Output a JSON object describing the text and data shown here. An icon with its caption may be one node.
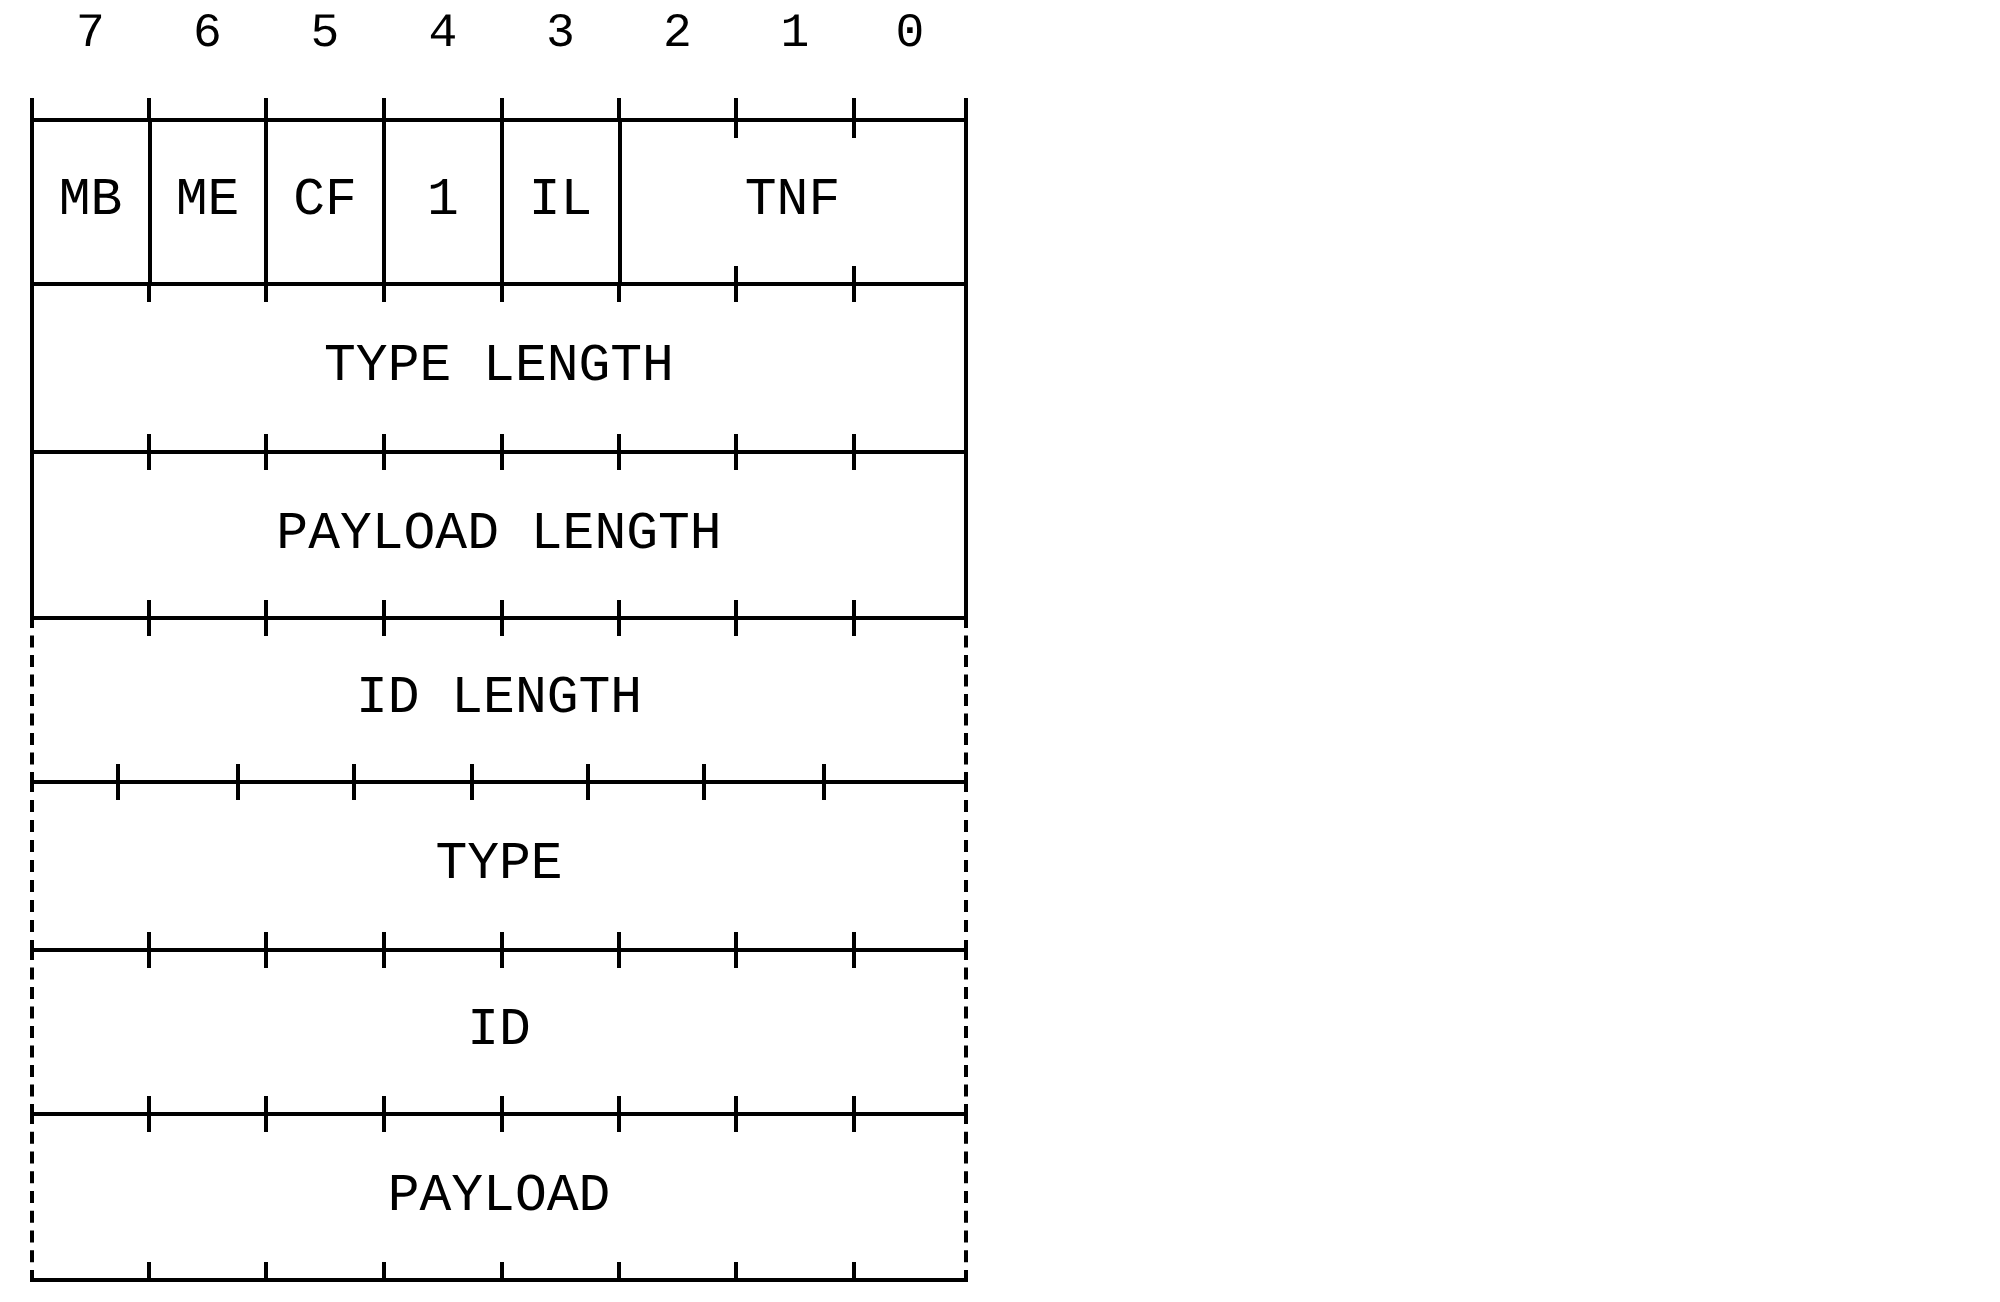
{
  "diagram": {
    "nodes": [
      {
        "text": [
          "MB"
        ]
      },
      {
        "text": [
          "ME"
        ]
      },
      {
        "text": [
          "CF"
        ]
      },
      {
        "text": [
          "1"
        ]
      },
      {
        "text": [
          "IL"
        ]
      },
      {
        "text": [
          "TNF"
        ]
      },
      {
        "text": [
          "TYPE LENGTH"
        ]
      },
      {
        "text": [
          "PAYLOAD LENGTH"
        ]
      },
      {
        "text": [
          "ID LENGTH"
        ]
      },
      {
        "text": [
          "TYPE"
        ]
      },
      {
        "text": [
          "ID"
        ]
      },
      {
        "text": [
          "PAYLOAD"
        ]
      }
    ],
    "labels": [
      "7",
      "6",
      "5",
      "4",
      "3",
      "2",
      "1",
      "0"
    ]
  }
}
